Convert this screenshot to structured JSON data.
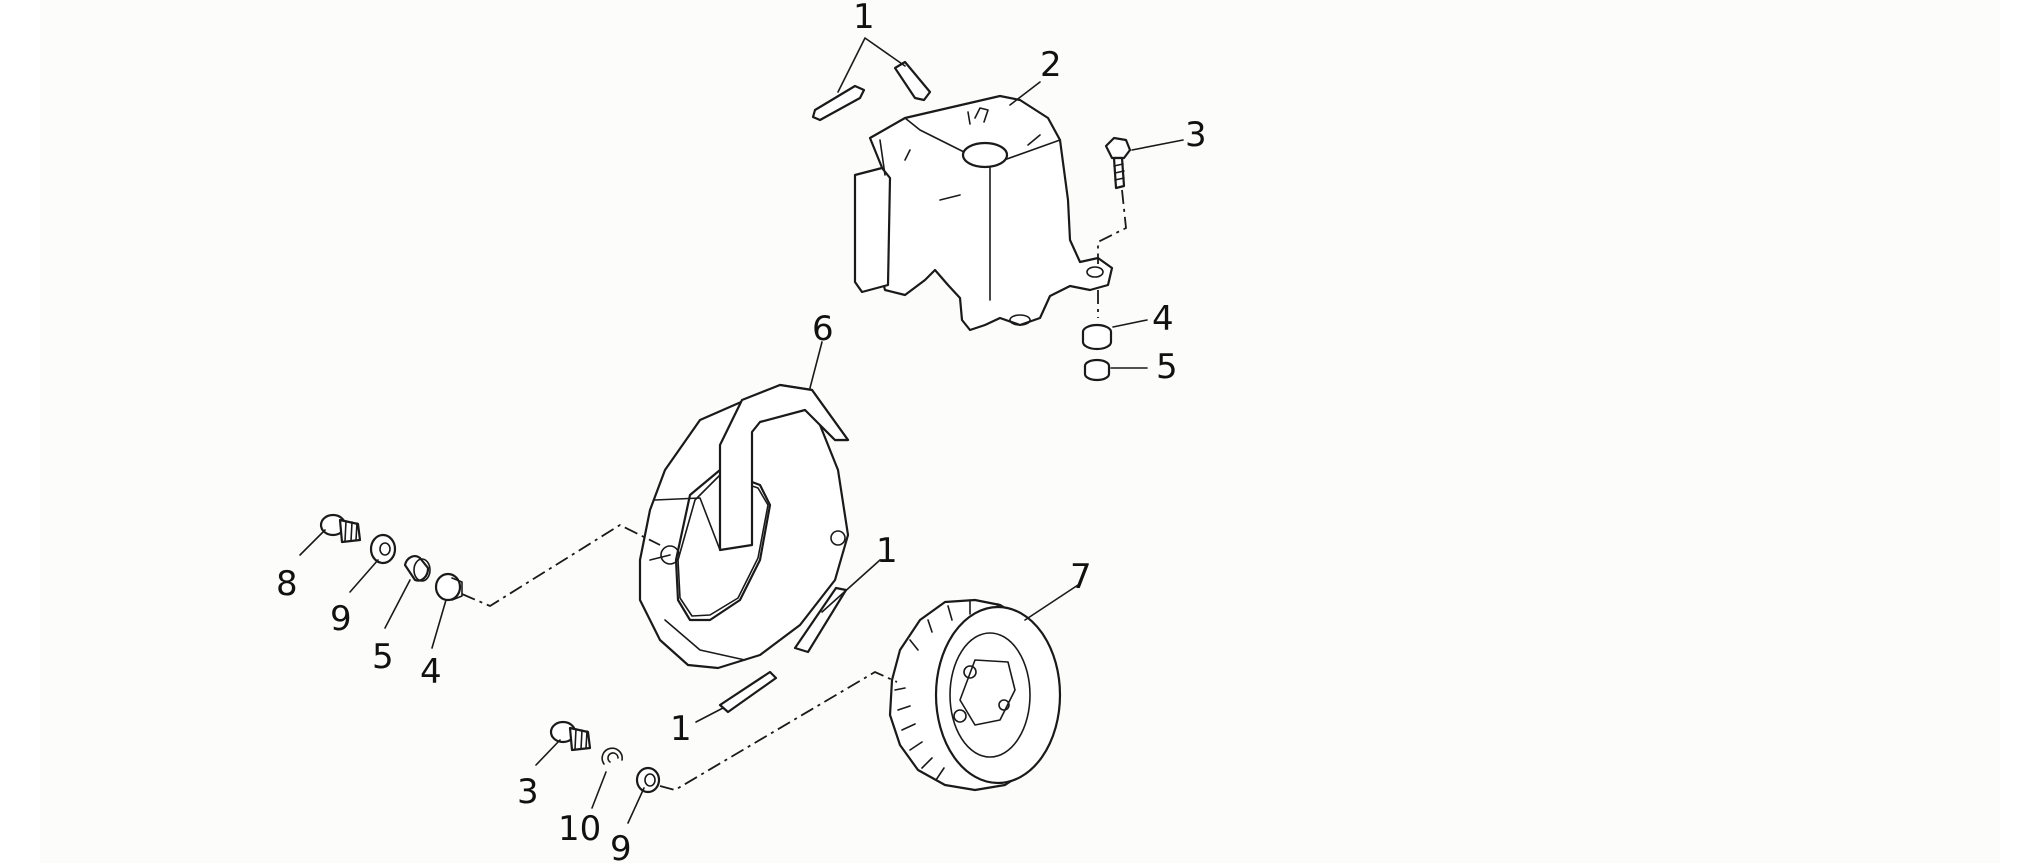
{
  "diagram": {
    "title": "",
    "callouts": [
      {
        "id": "c1a",
        "text": "1"
      },
      {
        "id": "c2",
        "text": "2"
      },
      {
        "id": "c3a",
        "text": "3"
      },
      {
        "id": "c4a",
        "text": "4"
      },
      {
        "id": "c5a",
        "text": "5"
      },
      {
        "id": "c6",
        "text": "6"
      },
      {
        "id": "c1b",
        "text": "1"
      },
      {
        "id": "c7",
        "text": "7"
      },
      {
        "id": "c8",
        "text": "8"
      },
      {
        "id": "c9a",
        "text": "9"
      },
      {
        "id": "c5b",
        "text": "5"
      },
      {
        "id": "c4b",
        "text": "4"
      },
      {
        "id": "c1c",
        "text": "1"
      },
      {
        "id": "c3b",
        "text": "3"
      },
      {
        "id": "c10",
        "text": "10"
      },
      {
        "id": "c9b",
        "text": "9"
      }
    ],
    "colors": {
      "line": "#1a1a1a",
      "background": "#fcfcfa"
    }
  }
}
